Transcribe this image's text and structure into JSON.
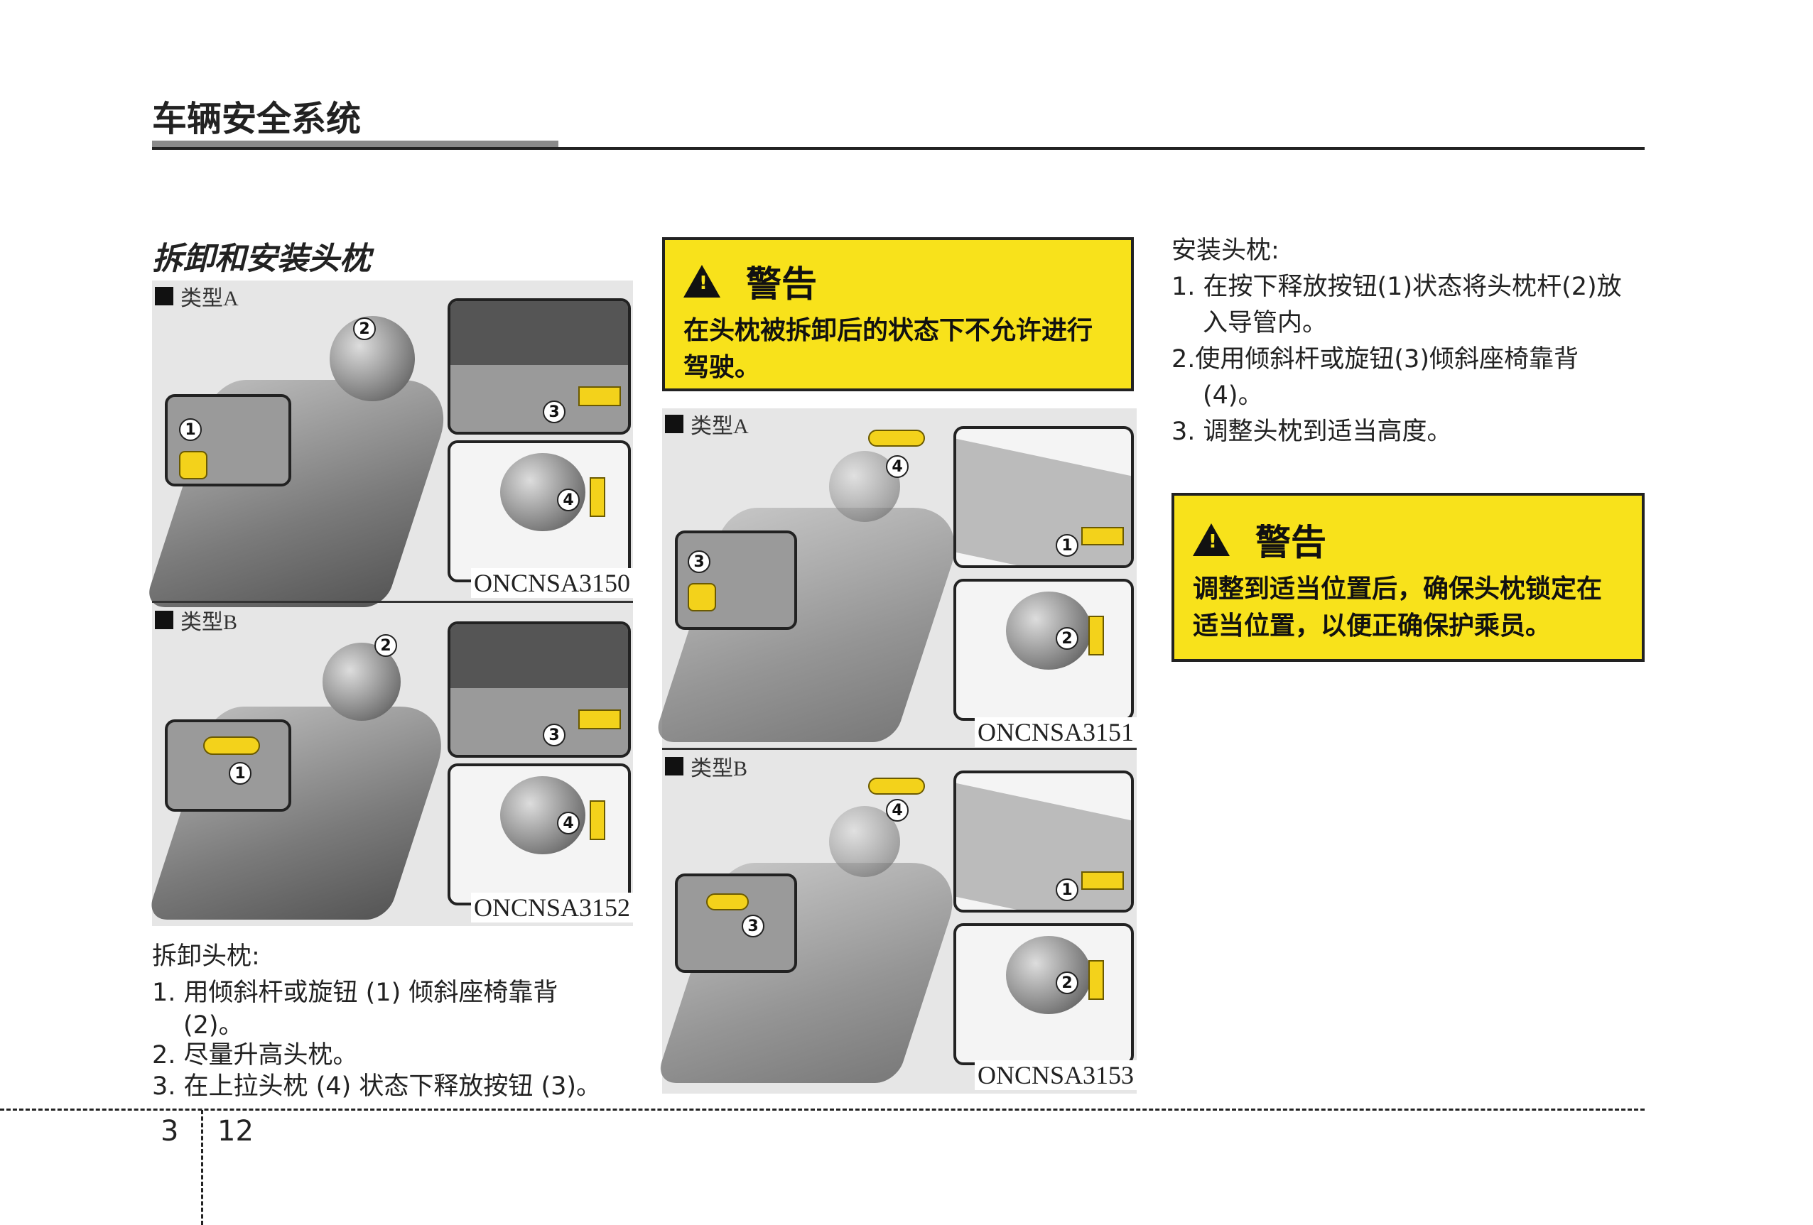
{
  "header": {
    "chapter_title": "车辆安全系统"
  },
  "section": {
    "title": "拆卸和安装头枕"
  },
  "left_figure": {
    "type_a": {
      "label": "类型A",
      "code": "ONCNSA3150",
      "callouts": [
        "1",
        "2",
        "3",
        "4"
      ]
    },
    "type_b": {
      "label": "类型B",
      "code": "ONCNSA3152",
      "callouts": [
        "1",
        "2",
        "3",
        "4"
      ]
    }
  },
  "removal": {
    "heading": "拆卸头枕:",
    "steps": [
      "1. 用倾斜杆或旋钮 (1) 倾斜座椅靠背",
      "(2)。",
      "2. 尽量升高头枕。",
      "3. 在上拉头枕 (4) 状态下释放按钮 (3)。"
    ]
  },
  "warning1": {
    "title": "警告",
    "text": "在头枕被拆卸后的状态下不允许进行驾驶。"
  },
  "middle_figure": {
    "type_a": {
      "label": "类型A",
      "code": "ONCNSA3151",
      "callouts": [
        "1",
        "2",
        "3",
        "4"
      ]
    },
    "type_b": {
      "label": "类型B",
      "code": "ONCNSA3153",
      "callouts": [
        "1",
        "2",
        "3",
        "4"
      ]
    }
  },
  "install": {
    "heading": "安装头枕:",
    "steps": [
      "1. 在按下释放按钮(1)状态将头枕杆(2)放",
      "入导管内。",
      "2.使用倾斜杆或旋钮(3)倾斜座椅靠背",
      "(4)。",
      "3. 调整头枕到适当高度。"
    ]
  },
  "warning2": {
    "title": "警告",
    "text": "调整到适当位置后，确保头枕锁定在适当位置，以便正确保护乘员。"
  },
  "footer": {
    "chapter": "3",
    "page": "12"
  },
  "colors": {
    "warning_bg": "#f8e21b",
    "arrow": "#f3d21b"
  }
}
